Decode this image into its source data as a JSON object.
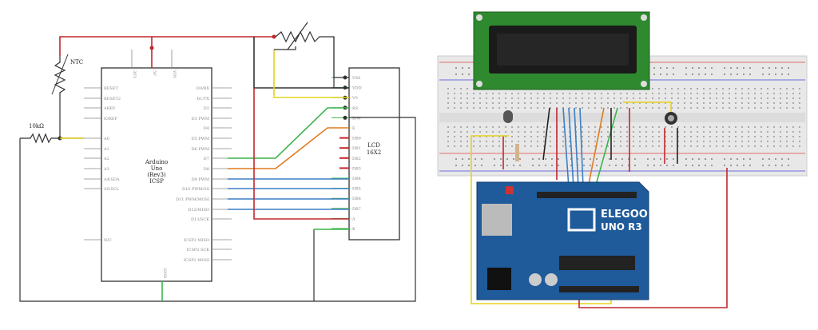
{
  "schematic": {
    "arduino": {
      "title_lines": [
        "Arduino",
        "Uno",
        "(Rev3)",
        "ICSP"
      ],
      "top_pins": [
        "3V3",
        "5V",
        "VIN"
      ],
      "left_pins": [
        "RESET",
        "RESET2",
        "AREF",
        "IOREF",
        "A0",
        "A1",
        "A2",
        "A3",
        "A4/SDA",
        "A5/SCL",
        "N/C"
      ],
      "right_pins": [
        "D0/RX",
        "D1/TX",
        "D2",
        "D3 PWM",
        "D4",
        "D5 PWM",
        "D6 PWM",
        "D7",
        "D8",
        "D9 PWM",
        "D10 PWM/SS",
        "D11 PWM/MOSI",
        "D12/MISO",
        "D13/SCK",
        "ICSP2 MISO",
        "ICSP2 SCK",
        "ICSP2 MOSI"
      ],
      "bottom_pin": "GND"
    },
    "lcd": {
      "title_lines": [
        "LCD",
        "16X2"
      ],
      "pins": [
        "VSS",
        "VDD",
        "V0",
        "RS",
        "R/W",
        "E",
        "DB0",
        "DB1",
        "DB2",
        "DB3",
        "DB4",
        "DB5",
        "DB6",
        "DB7",
        "A",
        "K"
      ]
    },
    "ntc_label": "NTC",
    "resistor_label": "10kΩ"
  },
  "breadboard": {
    "board_brand": "ELEGOO",
    "board_model": "UNO R3"
  },
  "colors": {
    "red": "#c0282d",
    "green": "#3cb44b",
    "orange": "#e07a1f",
    "blue": "#3b7fc4",
    "yellow": "#e6d21e",
    "board": "#1f5a9a"
  }
}
